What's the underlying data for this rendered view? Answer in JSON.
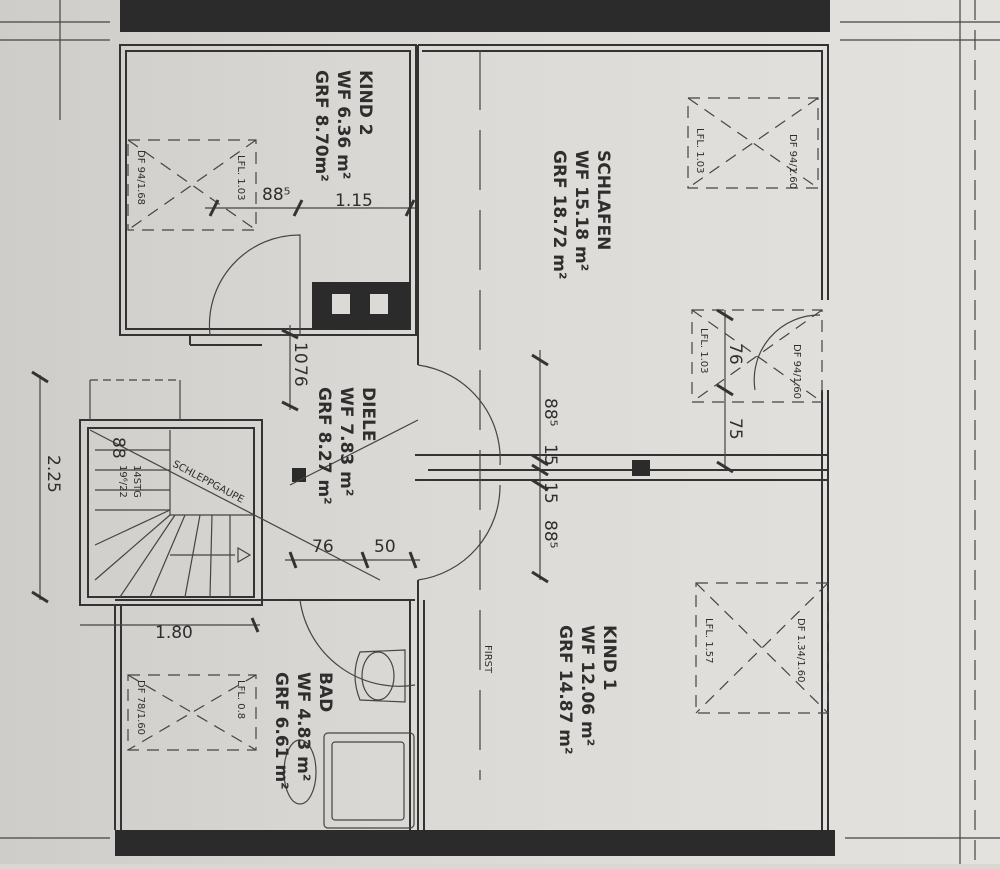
{
  "rooms": {
    "kind2": {
      "name": "KIND 2",
      "wf": "WF 6.36 m²",
      "grf": "GRF 8.70m²"
    },
    "schlafen": {
      "name": "SCHLAFEN",
      "wf": "WF 15.18 m²",
      "grf": "GRF 18.72 m²"
    },
    "diele": {
      "name": "DIELE",
      "wf": "WF 7.83 m²",
      "grf": "GRF 8.27 m²"
    },
    "kind1": {
      "name": "KIND 1",
      "wf": "WF 12.06 m²",
      "grf": "GRF 14.87 m²"
    },
    "bad": {
      "name": "BAD",
      "wf": "WF 4.83 m²",
      "grf": "GRF 6.61 m²"
    }
  },
  "windows": {
    "kind2": {
      "df": "DF 94/1.68",
      "lfl": "LFL. 1.03"
    },
    "schlafen_top": {
      "df": "DF 94/1.60",
      "lfl": "LFL. 1.03"
    },
    "schlafen_mid": {
      "df": "DF 94/1.60",
      "lfl": "LFL. 1.03"
    },
    "kind1": {
      "df": "DF 1.34/1.60",
      "lfl": "LFL. 1.57"
    },
    "bad": {
      "df": "DF 78/1.60",
      "lfl": "LFL. 0.8"
    }
  },
  "dimensions": {
    "kind2_a": "88⁵",
    "kind2_b": "1.15",
    "diele_10": "10",
    "diele_76": "76",
    "stair_width": "2.25",
    "stair_88": "88",
    "diele_bottom_76": "76",
    "diele_bottom_50": "50",
    "bad_width": "1.80",
    "hall_885_top": "88⁵",
    "hall_15_a": "15",
    "hall_15_b": "15",
    "hall_885_bottom": "88⁵",
    "schlafen_76": "76",
    "schlafen_75": "75"
  },
  "stair": {
    "steps": "14STG",
    "rise": "19⁶/22",
    "dormer": "SCHLEPPGAUPE"
  },
  "ridge_label": "FIRST"
}
